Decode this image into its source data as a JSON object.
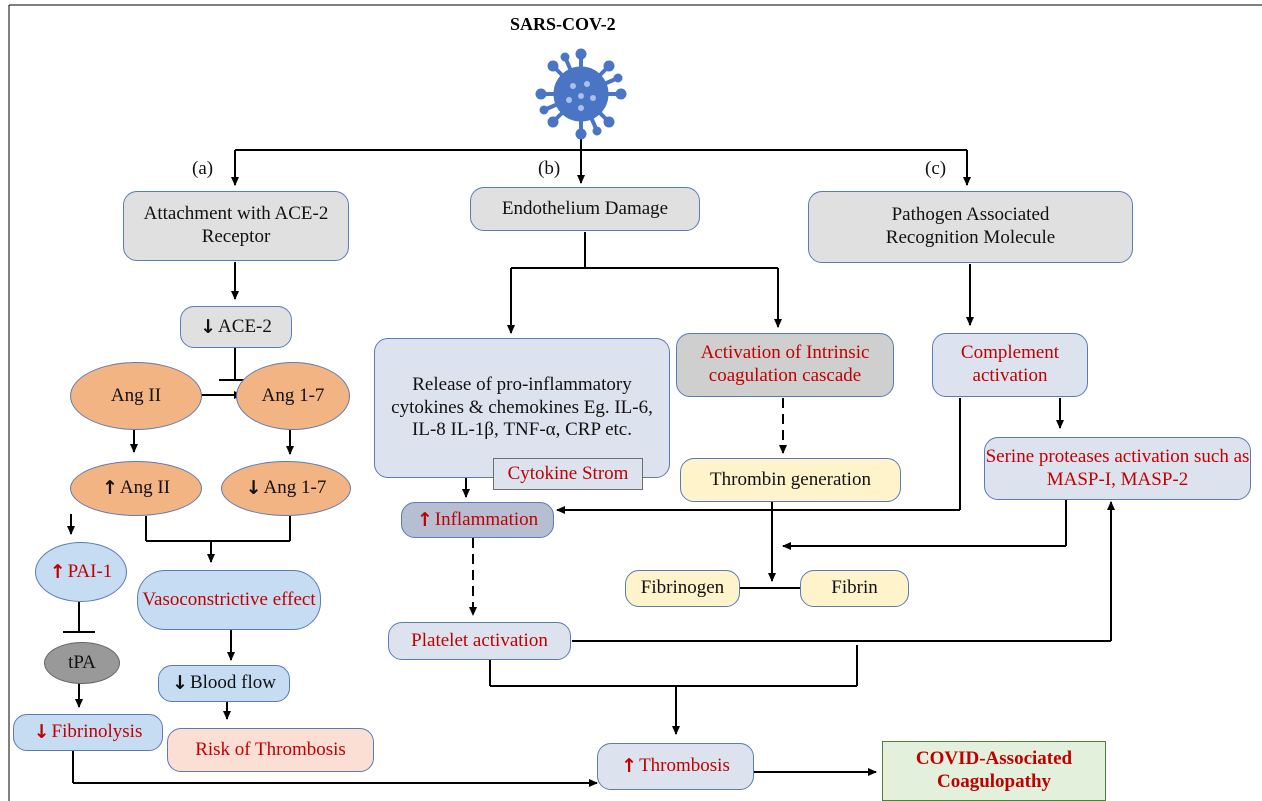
{
  "title": "SARS-COV-2",
  "branches": {
    "a": "(a)",
    "b": "(b)",
    "c": "(c)"
  },
  "nodes": {
    "attachment": "Attachment with ACE-2 Receptor",
    "ace2": "ACE-2",
    "ang2": "Ang II",
    "ang17": "Ang 1-7",
    "up_ang2": "Ang II",
    "down_ang17": "Ang 1-7",
    "pai1": "PAI-1",
    "vasoconstrictive": "Vasoconstrictive effect",
    "tpa": "tPA",
    "blood_flow": "Blood flow",
    "fibrinolysis": "Fibrinolysis",
    "risk": "Risk of Thrombosis",
    "endothelium": "Endothelium Damage",
    "release": "Release of pro-inflammatory cytokines & chemokines Eg. IL-6, IL-8 IL-1β, TNF-α, CRP etc.",
    "cytokine": "Cytokine Strom",
    "inflammation": "Inflammation",
    "platelet": "Platelet activation",
    "intrinsic": "Activation of Intrinsic coagulation cascade",
    "thrombin": "Thrombin generation",
    "fibrinogen": "Fibrinogen",
    "fibrin": "Fibrin",
    "thrombosis": "Thrombosis",
    "cac": "COVID-Associated Coagulopathy",
    "pathogen": "Pathogen Associated Recognition Molecule",
    "complement": "Complement activation",
    "serine": "Serine proteases activation such as MASP-I, MASP-2"
  },
  "colors": {
    "accent_red": "#c00000",
    "border": "#5b7bb5",
    "orange": "#f3b483",
    "blue": "#c6dcf2"
  }
}
